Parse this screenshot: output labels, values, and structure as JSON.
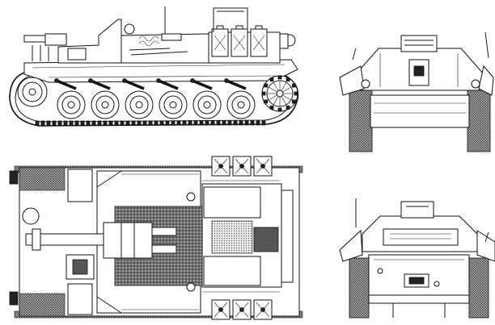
{
  "drawing": {
    "views": [
      {
        "key": "side",
        "name": "side-view"
      },
      {
        "key": "top",
        "name": "top-view"
      },
      {
        "key": "front",
        "name": "front-view"
      },
      {
        "key": "rear",
        "name": "rear-view"
      }
    ],
    "colors": {
      "line": "#1a1a1a",
      "hatch": "#555555",
      "shade": "#c8c8c8",
      "paper": "#ffffff"
    }
  }
}
